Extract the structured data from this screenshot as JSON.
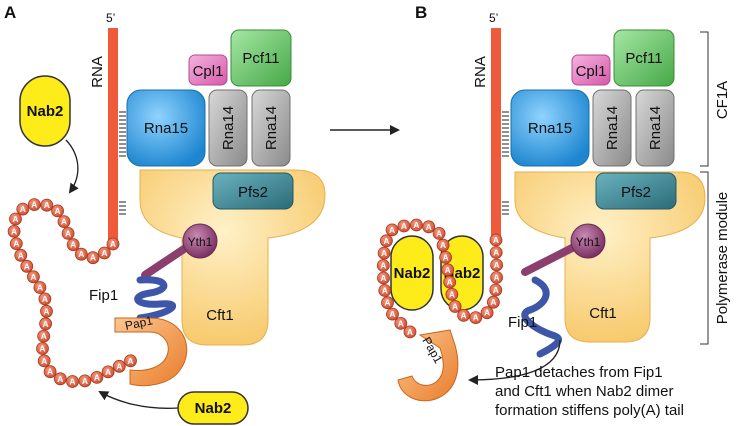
{
  "panels": {
    "a": "A",
    "b": "B"
  },
  "labels": {
    "five_prime": "5’",
    "rna": "RNA",
    "cpl1": "Cpl1",
    "pcf11": "Pcf11",
    "rna15": "Rna15",
    "rna14": "Rna14",
    "pfs2": "Pfs2",
    "yth1": "Yth1",
    "fip1": "Fip1",
    "cft1": "Cft1",
    "pap1": "Pap1",
    "nab2": "Nab2",
    "a": "A",
    "cf1a": "CF1A",
    "polymerase_module": "Polymerase module"
  },
  "caption": {
    "line1": "Pap1 detaches from Fip1",
    "line2": "and Cft1 when Nab2 dimer",
    "line3": "formation stiffens poly(A) tail"
  },
  "colors": {
    "rna": "#ee5a3a",
    "cpl1": "#e57ac0",
    "pcf11": "#6cc86c",
    "rna15": "#3f9fe0",
    "rna14": "#a9a9a9",
    "cft1": "#fbd98a",
    "pfs2": "#3f8290",
    "yth1": "#9b4f7e",
    "fip1": "#3d56a8",
    "pap1": "#f29a48",
    "nab2": "#fdeb1a",
    "polyA": "#e4684a"
  },
  "icons": {
    "arrow": "right-arrow-icon"
  }
}
